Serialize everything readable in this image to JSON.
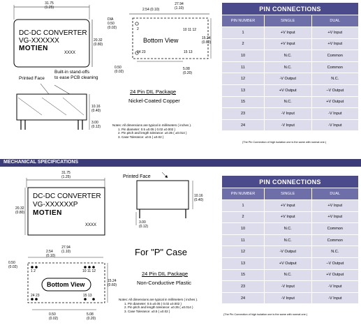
{
  "top": {
    "dims": {
      "w_mm": "31.75",
      "w_in": "(1.25)",
      "h_mm": "20.32",
      "h_in": "(0.80)",
      "dia_lbl": "DIA",
      "dia_mm": "0.50",
      "dia_in": "(0.02)",
      "p254": "2.54",
      "p254_in": "(0.10)",
      "p2794": "27.94",
      "p2794_in": "(1.10)",
      "h1524": "15.24",
      "h1524_in": "(0.60)",
      "p050": "0.50",
      "p050_in": "(0.02)",
      "p508": "5.08",
      "p508_in": "(0.20)",
      "h1016": "10.16",
      "h1016_in": "(0.40)",
      "h300": "3.00",
      "h300_in": "(0.12)"
    },
    "label": {
      "line1": "DC-DC CONVERTER",
      "line2": "VG-XXXXXX",
      "brand": "MOTIEN",
      "xxxx": "XXXX"
    },
    "bottom_view": "Bottom View",
    "pins_top": "10 11 12",
    "pins_bottom": "15  13",
    "pin_1": "1",
    "pin_2": "2",
    "pin_24": "24 23",
    "printed_face": "Printed Face",
    "standoffs": "Built-in stand-offs\nto ease PCB cleaning",
    "package": "24 Pin DIL Package",
    "coating": "Nickel-Coated Copper",
    "notes_title": "Notes: All dimensions are typical in millimeters ( inches ).",
    "notes": [
      "1. Pin diameter: 0.5 ±0.05 ( 0.02 ±0.002 )",
      "2. Pin pitch and length tolerance: ±0.35 ( ±0.014 )",
      "3. Case Tolerance: ±0.5 ( ±0.02 )"
    ],
    "table": {
      "caption": "PIN CONNECTIONS",
      "headers": [
        "PIN NUMBER",
        "SINGLE",
        "DUAL"
      ],
      "rows": [
        [
          "1",
          "+V Input",
          "+V Input"
        ],
        [
          "2",
          "+V Input",
          "+V Input"
        ],
        [
          "10",
          "N.C.",
          "Common"
        ],
        [
          "11",
          "N.C.",
          "Common"
        ],
        [
          "12",
          "-V Output",
          "N.C."
        ],
        [
          "13",
          "+V Output",
          "−V Output"
        ],
        [
          "15",
          "N.C.",
          "+V Output"
        ],
        [
          "23",
          "-V Input",
          "-V Input"
        ],
        [
          "24",
          "-V Input",
          "-V Input"
        ]
      ]
    },
    "footnote": "(The Pin Connection of high isolation one is the same with normal one.)"
  },
  "section_title": "MECHANICAL SPECIFICATIONS",
  "bottom": {
    "dims": {
      "w_mm": "31.75",
      "w_in": "(1.25)",
      "h_mm": "20.32",
      "h_in": "(0.80)",
      "h1016": "10.16",
      "h1016_in": "(0.40)",
      "h300": "3.00",
      "h300_in": "(0.12)",
      "p254": "2.54",
      "p254_in": "(0.10)",
      "p2794": "27.94",
      "p2794_in": "(1.10)",
      "p050": "0.50",
      "p050_in": "(0.02)",
      "h1524": "15.24",
      "h1524_in": "(0.60)",
      "p050b": "0.50",
      "p050b_in": "(0.02)",
      "p508": "5.08",
      "p508_in": "(0.20)"
    },
    "label": {
      "line1": "DC-DC CONVERTER",
      "line2": "VG-XXXXXXP",
      "brand": "MOTIEN",
      "xxxx": "XXXX"
    },
    "printed_face": "Printed Face",
    "for_p": "For \"P\" Case",
    "bottom_view": "Bottom View",
    "pins_top_l": "1  2",
    "pins_top_r": "10 11 12",
    "pins_bot_l": "24 23",
    "pins_bot_r": "15  13",
    "package": "24 Pin DIL Package",
    "material": "Non-Conductive Plastic",
    "notes_title": "Notes: All dimensions are typical in millimeters ( inches ).",
    "notes": [
      "1. Pin diameter: 0.5 ±0.05 ( 0.02 ±0.002 )",
      "2. Pin pitch and length tolerance: ±0.35 ( ±0.014 )",
      "3. Case Tolerance: ±0.5 ( ±0.02 )"
    ],
    "table": {
      "caption": "PIN CONNECTIONS",
      "headers": [
        "PIN NUMBER",
        "SINGLE",
        "DUAL"
      ],
      "rows": [
        [
          "1",
          "+V Input",
          "+V Input"
        ],
        [
          "2",
          "+V Input",
          "+V Input"
        ],
        [
          "10",
          "N.C.",
          "Common"
        ],
        [
          "11",
          "N.C.",
          "Common"
        ],
        [
          "12",
          "-V Output",
          "N.C."
        ],
        [
          "13",
          "+V Output",
          "−V Output"
        ],
        [
          "15",
          "N.C.",
          "+V Output"
        ],
        [
          "23",
          "-V Input",
          "-V Input"
        ],
        [
          "24",
          "-V Input",
          "-V Input"
        ]
      ]
    },
    "footnote": "(The Pin Connection of high isolation one is the same with normal one.)"
  }
}
